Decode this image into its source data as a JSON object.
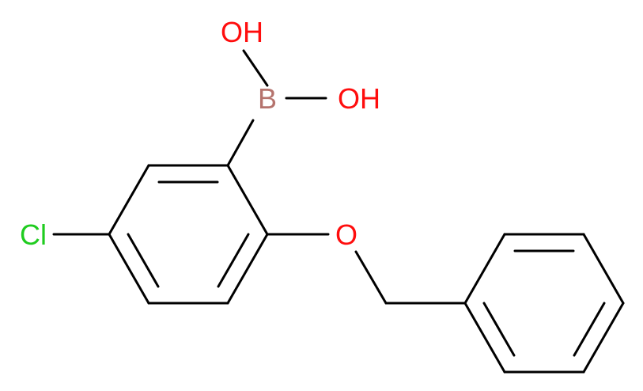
{
  "molecule": {
    "atoms": {
      "oh_top": {
        "label": "OH",
        "color": "#ff0d0d"
      },
      "oh_right": {
        "label": "OH",
        "color": "#ff0d0d"
      },
      "boron": {
        "label": "B",
        "color": "#b5736d"
      },
      "oxygen": {
        "label": "O",
        "color": "#ff0d0d"
      },
      "chlorine": {
        "label": "Cl",
        "color": "#1fcc1f"
      }
    },
    "bond_color": "#000000"
  }
}
